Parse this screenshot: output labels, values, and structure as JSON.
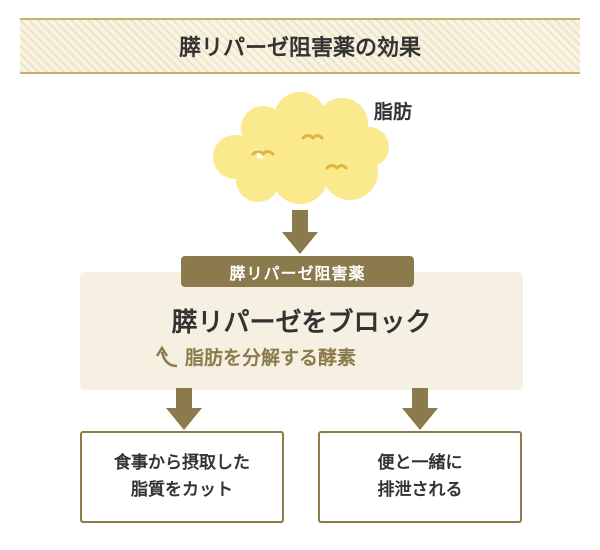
{
  "title": "膵リパーゼ阻害薬の効果",
  "fat_label": "脂肪",
  "inhibitor_tag": "膵リパーゼ阻害薬",
  "action": "膵リパーゼをブロック",
  "enzyme_note": "脂肪を分解する酵素",
  "results": [
    {
      "line1": "食事から摂取した",
      "line2": "脂質をカット"
    },
    {
      "line1": "便と一緒に",
      "line2": "排泄される"
    }
  ],
  "colors": {
    "accent": "#8b7a4b",
    "panel": "#f5f0e2",
    "title_border": "#c9b06a",
    "fat_fill": "#fbe98d",
    "fat_mark": "#e0b63a"
  }
}
